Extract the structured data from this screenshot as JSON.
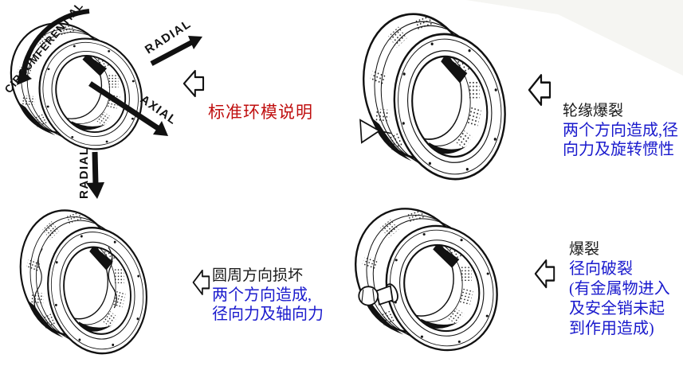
{
  "figure": {
    "background": "#ffffff",
    "ink_color": "#111111",
    "caption_color": "#c01010",
    "annotation_color": "#1a1acd"
  },
  "reference": {
    "caption": "标准环模说明",
    "axis_labels": {
      "circumferential": "CIRCUMFERENTIAL",
      "radial_upper": "RADIAL",
      "axial": "AXIAL",
      "radial_lower": "RADIAL"
    }
  },
  "failure_modes": [
    {
      "id": "rim-burst",
      "title": "轮缘爆裂",
      "description": "两个方向造成,径\n向力及旋转惯性"
    },
    {
      "id": "circumferential-damage",
      "title": "圆周方向损坏",
      "description": "两个方向造成,\n径向力及轴向力"
    },
    {
      "id": "radial-burst",
      "title": "爆裂",
      "description": "径向破裂\n(有金属物进入\n及安全销未起\n到作用造成)"
    }
  ]
}
